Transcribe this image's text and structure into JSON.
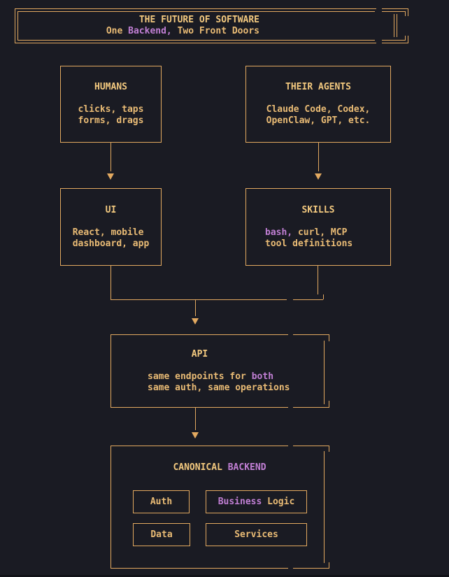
{
  "colors": {
    "bg": "#1a1b23",
    "line": "#e2a960",
    "title": "#f3c97f",
    "body": "#e9bb75",
    "purple": "#c17fd4"
  },
  "header": {
    "title": "THE FUTURE OF SOFTWARE",
    "subtitle": {
      "p1": "One ",
      "p2": "Backend,",
      "p3": " Two Front Doors"
    }
  },
  "humans": {
    "title": "HUMANS",
    "line1": "clicks, taps",
    "line2": "forms, drags"
  },
  "agents": {
    "title": "THEIR AGENTS",
    "line1": "Claude Code, Codex,",
    "line2": "OpenClaw, GPT, etc."
  },
  "ui": {
    "title": "UI",
    "line1": "React, mobile",
    "line2": "dashboard, app"
  },
  "skills": {
    "title": "SKILLS",
    "line1": {
      "p1": "bash,",
      "p2": " curl, MCP"
    },
    "line2": "tool definitions"
  },
  "api": {
    "title": "API",
    "line1": {
      "p1": "same endpoints for ",
      "p2": "both"
    },
    "line2": "same auth, same operations"
  },
  "backend": {
    "title": {
      "p1": "CANONICAL ",
      "p2": "BACKEND"
    },
    "cells": {
      "auth": "Auth",
      "business": {
        "p1": "Business",
        "p2": " Logic"
      },
      "data": "Data",
      "services": "Services"
    }
  }
}
